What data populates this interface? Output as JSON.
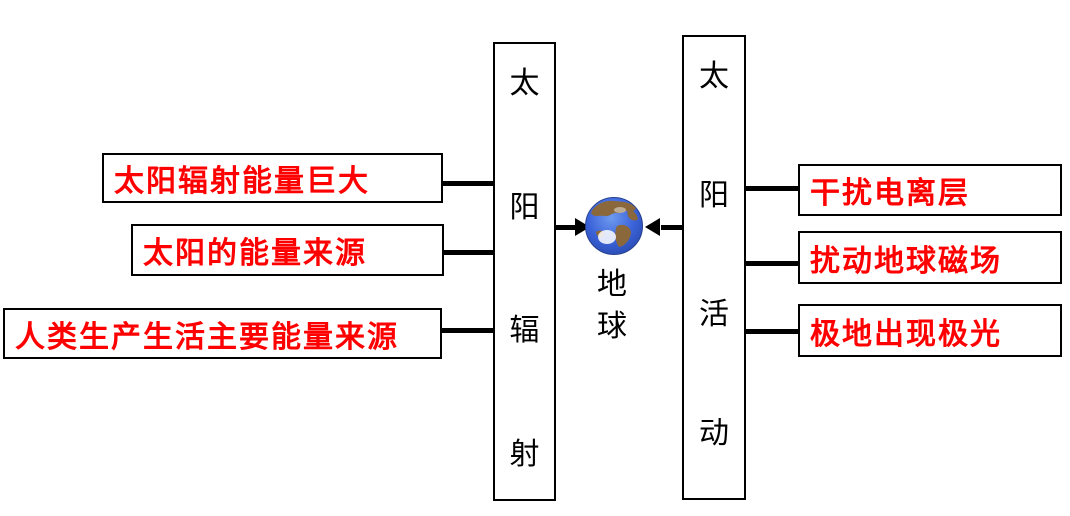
{
  "diagram": {
    "colors": {
      "emphasis_text": "#ff0000",
      "line": "#000000",
      "background": "#ffffff",
      "column_text": "#000000"
    },
    "left_column": {
      "label": "太阳辐射",
      "chars": [
        "太",
        "阳",
        "辐",
        "射"
      ]
    },
    "right_column": {
      "label": "太阳活动",
      "chars": [
        "太",
        "阳",
        "活",
        "动"
      ]
    },
    "earth": {
      "label": "地球",
      "chars": [
        "地",
        "球"
      ],
      "icon": "earth-globe"
    },
    "left_items": [
      "太阳辐射能量巨大",
      "太阳的能量来源",
      "人类生产生活主要能量来源"
    ],
    "right_items": [
      "干扰电离层",
      "扰动地球磁场",
      "极地出现极光"
    ]
  }
}
